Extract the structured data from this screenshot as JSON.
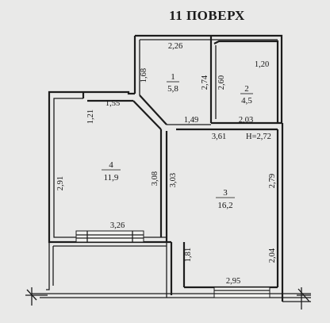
{
  "title": "11 ПОВЕРХ",
  "rooms": [
    {
      "number": "1",
      "area": "5,8"
    },
    {
      "number": "2",
      "area": "4,5"
    },
    {
      "number": "3",
      "area": "16,2"
    },
    {
      "number": "4",
      "area": "11,9"
    }
  ],
  "ceiling_height": "H=2,72",
  "dimensions": {
    "d_2_26": "2,26",
    "d_1_68": "1,68",
    "d_2_74": "2,74",
    "d_2_60": "2,60",
    "d_1_20": "1,20",
    "d_1_55": "1,55",
    "d_1_21": "1,21",
    "d_1_49": "1,49",
    "d_2_03": "2,03",
    "d_3_61": "3,61",
    "d_2_91": "2,91",
    "d_3_08": "3,08",
    "d_3_03": "3,03",
    "d_2_79": "2,79",
    "d_3_26": "3,26",
    "d_1_81": "1,81",
    "d_2_04": "2,04",
    "d_2_95": "2,95"
  }
}
